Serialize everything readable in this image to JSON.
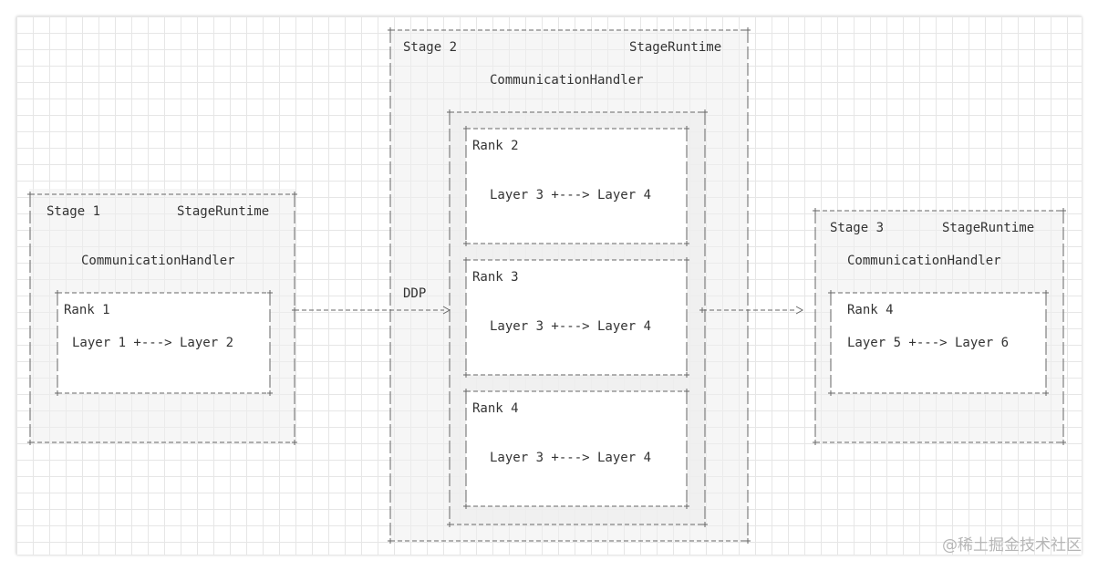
{
  "stage1": {
    "title": "Stage 1",
    "runtime": "StageRuntime",
    "handler": "CommunicationHandler",
    "rank": "Rank 1",
    "layers": "Layer 1 +---> Layer 2"
  },
  "stage2": {
    "title": "Stage 2",
    "runtime": "StageRuntime",
    "handler": "CommunicationHandler",
    "ranks": [
      {
        "rank": "Rank 2",
        "layers": "Layer 3 +---> Layer 4"
      },
      {
        "rank": "Rank 3",
        "layers": "Layer 3 +---> Layer 4"
      },
      {
        "rank": "Rank 4",
        "layers": "Layer 3 +---> Layer 4"
      }
    ]
  },
  "stage3": {
    "title": "Stage 3",
    "runtime": "StageRuntime",
    "handler": "CommunicationHandler",
    "rank": "Rank 4",
    "layers": "Layer 5 +---> Layer 6"
  },
  "edges": {
    "stage1_to_stage2_label": "DDP"
  },
  "watermark": "@稀土掘金技术社区",
  "colors": {
    "line": "#666666",
    "grid": "#e6e6e6",
    "box_fill": "#eeeeee"
  }
}
